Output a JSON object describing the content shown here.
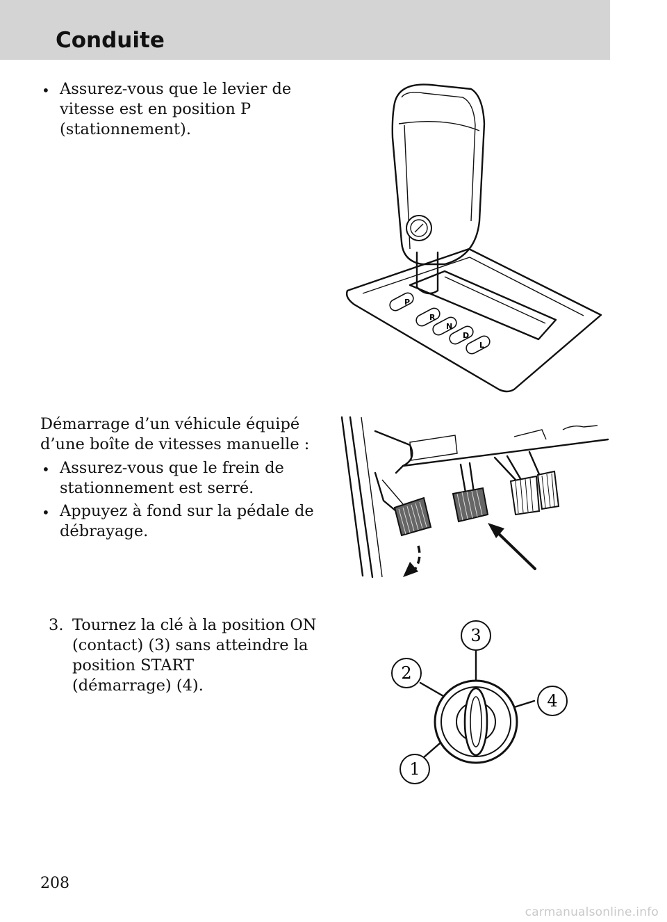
{
  "header": {
    "title": "Conduite"
  },
  "section1": {
    "bullet": "•",
    "lines": [
      "Assurez-vous que le levier de",
      "vitesse est en position P",
      "(stationnement)."
    ]
  },
  "shifter": {
    "gates": [
      "P",
      "R",
      "N",
      "D",
      "L"
    ]
  },
  "section2": {
    "intro": [
      "Démarrage d’un véhicule équipé",
      "d’une boîte de vitesses manuelle :"
    ],
    "bullets": [
      [
        "Assurez-vous que le frein de",
        "stationnement est serré."
      ],
      [
        "Appuyez à fond sur la pédale de",
        "débrayage."
      ]
    ]
  },
  "section3": {
    "number": "3.",
    "lines": [
      "Tournez la clé à la position ON",
      "(contact) (3) sans atteindre la",
      "position START",
      "(démarrage) (4)."
    ]
  },
  "ignition": {
    "labels": [
      "1",
      "2",
      "3",
      "4"
    ]
  },
  "footer": {
    "page_number": "208"
  },
  "watermark": "carmanualsonline.info"
}
